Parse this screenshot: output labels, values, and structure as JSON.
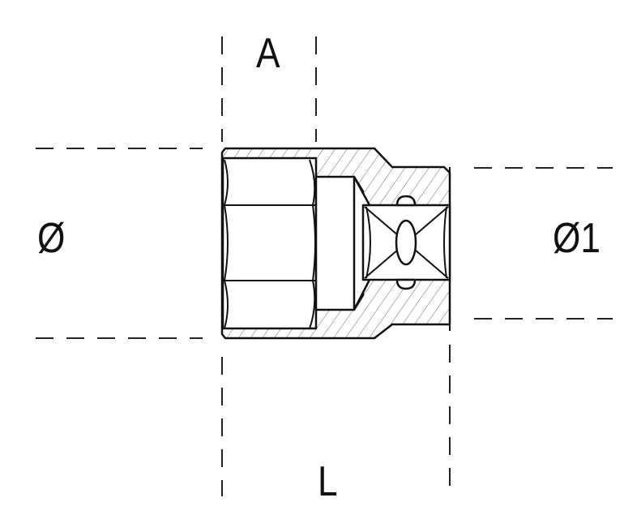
{
  "labels": {
    "hex_width": "A",
    "outer_diameter": "Ø",
    "drive_diameter": "Ø1",
    "length": "L"
  },
  "colors": {
    "line": "#111111",
    "hatch": "#555555",
    "background": "#ffffff"
  }
}
